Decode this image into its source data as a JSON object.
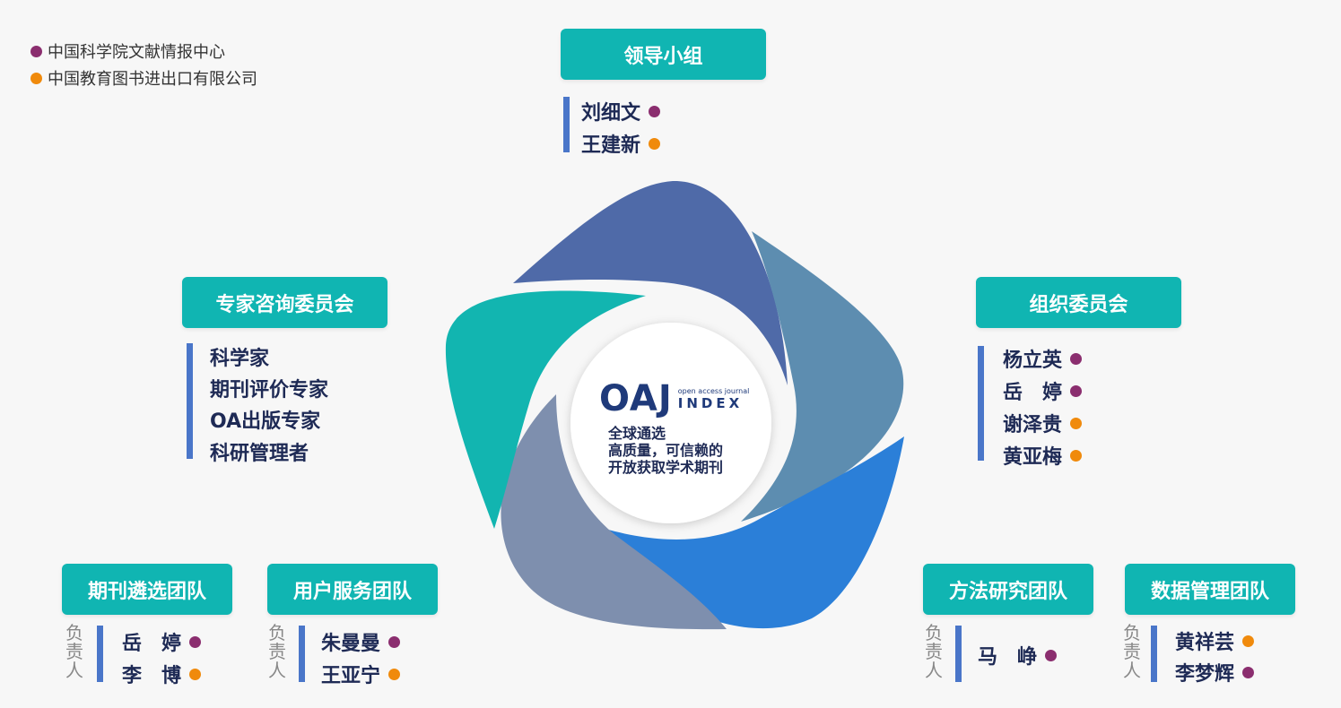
{
  "colors": {
    "cas": "#8b2e6f",
    "cnpiec": "#f08a0c",
    "teal": "#10b5b2",
    "bar": "#4a76c9"
  },
  "legend": [
    {
      "label": "中国科学院文献情报中心",
      "color": "#8b2e6f"
    },
    {
      "label": "中国教育图书进出口有限公司",
      "color": "#f08a0c"
    }
  ],
  "center": {
    "logo_main": "OAJ",
    "logo_small": "open access journal",
    "logo_index": "INDEX",
    "slogan": [
      "全球通选",
      "高质量，可信赖的",
      "开放获取学术期刊"
    ]
  },
  "leadership": {
    "title": "领导小组",
    "members": [
      {
        "name": "刘细文",
        "color": "#8b2e6f"
      },
      {
        "name": "王建新",
        "color": "#f08a0c"
      }
    ]
  },
  "expert": {
    "title": "专家咨询委员会",
    "items": [
      "科学家",
      "期刊评价专家",
      "OA出版专家",
      "科研管理者"
    ]
  },
  "organizing": {
    "title": "组织委员会",
    "members": [
      {
        "name": "杨立英",
        "color": "#8b2e6f"
      },
      {
        "name": "岳　婷",
        "color": "#8b2e6f"
      },
      {
        "name": "谢泽贵",
        "color": "#f08a0c"
      },
      {
        "name": "黄亚梅",
        "color": "#f08a0c"
      }
    ]
  },
  "responsible_label": "负责人",
  "selection": {
    "title": "期刊遴选团队",
    "members": [
      {
        "name": "岳　婷",
        "color": "#8b2e6f"
      },
      {
        "name": "李　博",
        "color": "#f08a0c"
      }
    ]
  },
  "user_service": {
    "title": "用户服务团队",
    "members": [
      {
        "name": "朱曼曼",
        "color": "#8b2e6f"
      },
      {
        "name": "王亚宁",
        "color": "#f08a0c"
      }
    ]
  },
  "method": {
    "title": "方法研究团队",
    "members": [
      {
        "name": "马　峥",
        "color": "#8b2e6f"
      }
    ]
  },
  "data_mgmt": {
    "title": "数据管理团队",
    "members": [
      {
        "name": "黄祥芸",
        "color": "#f08a0c"
      },
      {
        "name": "李梦辉",
        "color": "#8b2e6f"
      }
    ]
  }
}
